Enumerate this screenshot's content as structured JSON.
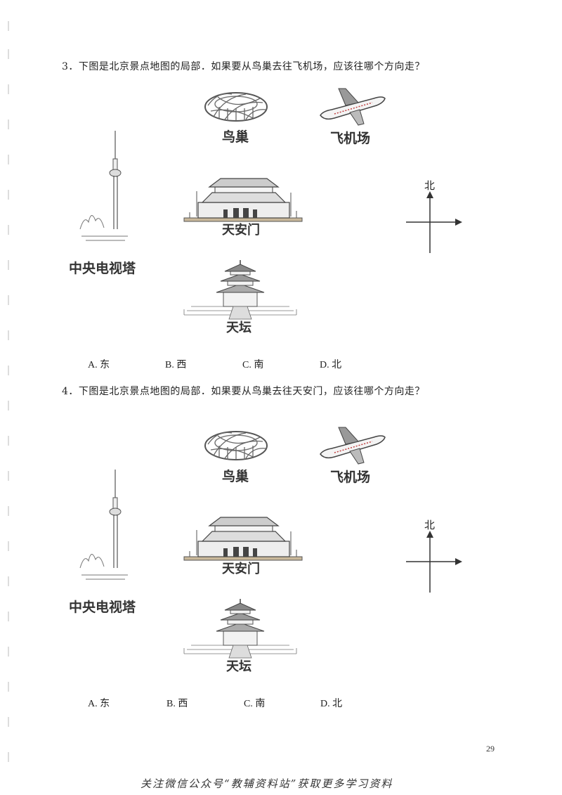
{
  "questions": [
    {
      "text": "3．下图是北京景点地图的局部．如果要从鸟巢去往飞机场，应该往哪个方向走？",
      "landmarks": {
        "bird_nest": "鸟巢",
        "airport": "飞机场",
        "tiananmen": "天安门",
        "cctv_tower": "中央电视塔",
        "temple_of_heaven": "天坛"
      },
      "compass_north": "北",
      "options": [
        "A. 东",
        "B. 西",
        "C. 南",
        "D. 北"
      ]
    },
    {
      "text": "4．下图是北京景点地图的局部．如果要从鸟巢去往天安门，应该往哪个方向走？",
      "landmarks": {
        "bird_nest": "鸟巢",
        "airport": "飞机场",
        "tiananmen": "天安门",
        "cctv_tower": "中央电视塔",
        "temple_of_heaven": "天坛"
      },
      "compass_north": "北",
      "options": [
        "A. 东",
        "B. 西",
        "C. 南",
        "D. 北"
      ]
    }
  ],
  "page_number": "29",
  "footer": "关注微信公众号“教辅资料站”获取更多学习资料"
}
